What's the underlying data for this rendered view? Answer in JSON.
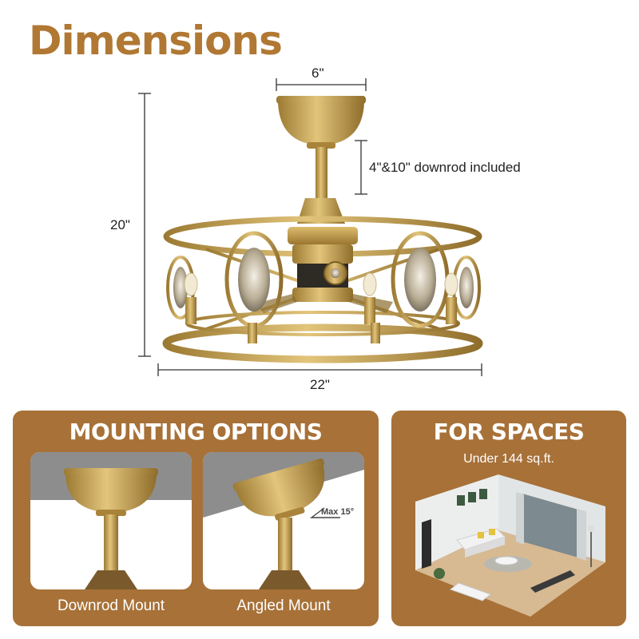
{
  "title": "Dimensions",
  "dimensions": {
    "canopy_width": "6\"",
    "downrod": "4\"&10\" downrod included",
    "height": "20\"",
    "width": "22\""
  },
  "mounting": {
    "title": "MOUNTING OPTIONS",
    "options": [
      {
        "label": "Downrod Mount"
      },
      {
        "label": "Angled Mount",
        "note": "Max 15°"
      }
    ]
  },
  "spaces": {
    "title": "FOR SPACES",
    "subtitle": "Under 144 sq.ft."
  },
  "colors": {
    "brand": "#b07833",
    "panel": "#a77138",
    "gold": "#c9a24d"
  }
}
